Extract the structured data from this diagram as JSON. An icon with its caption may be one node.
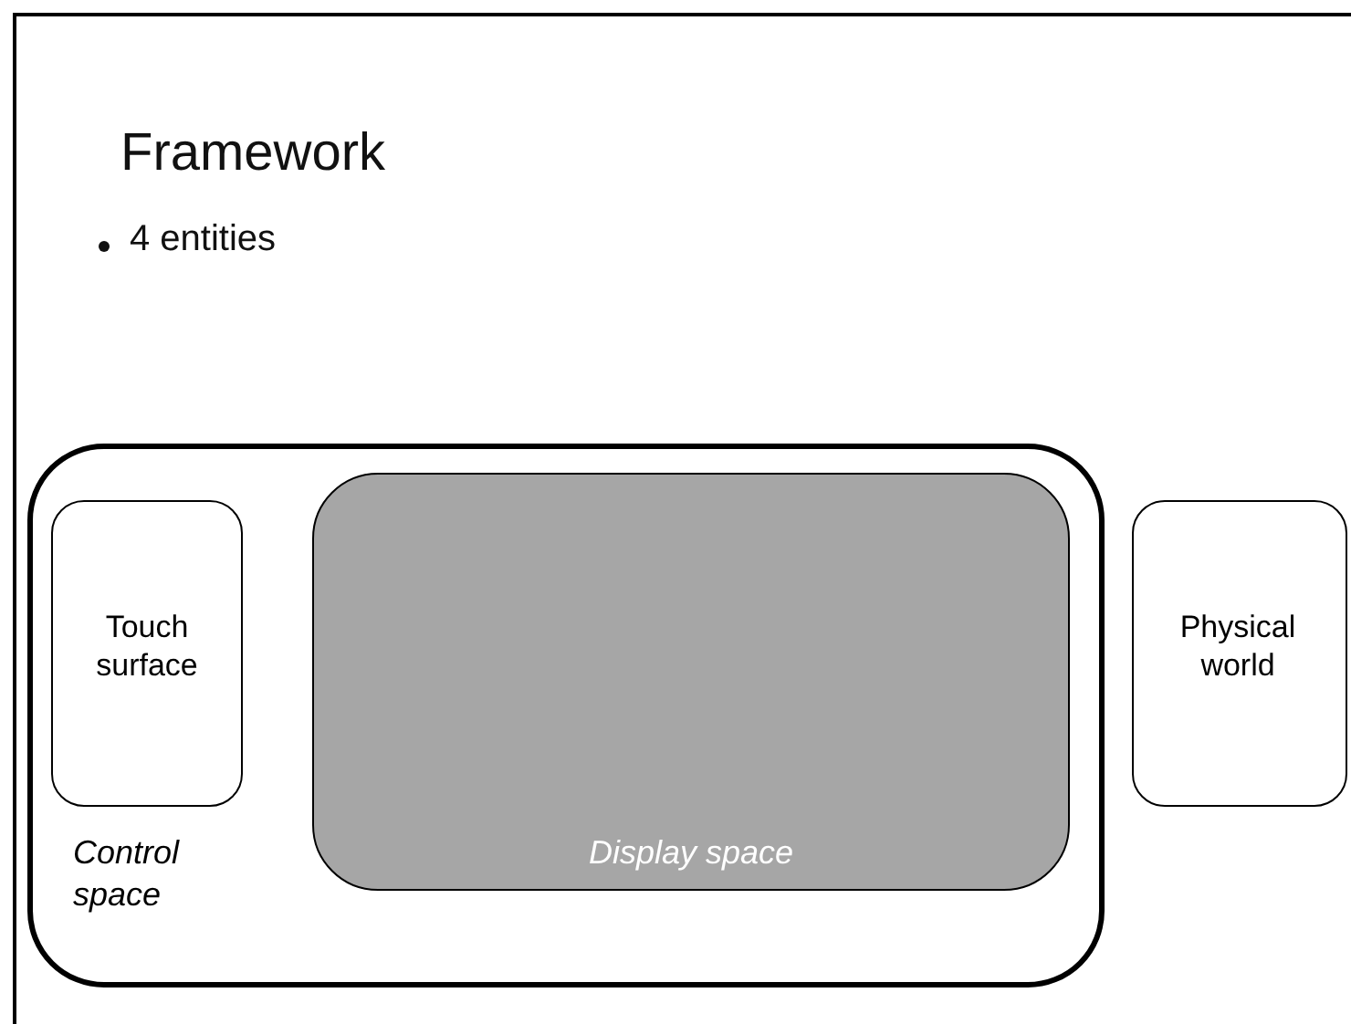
{
  "diagram": {
    "title": "Framework",
    "nodes": [
      {
        "text": [
          "Control space"
        ]
      },
      {
        "text": [
          "Touch surface"
        ],
        "in": 0
      },
      {
        "text": [
          "Display space"
        ],
        "in": 0
      },
      {
        "text": [
          "Physical world"
        ]
      }
    ],
    "labels": [
      "4 entities"
    ]
  }
}
